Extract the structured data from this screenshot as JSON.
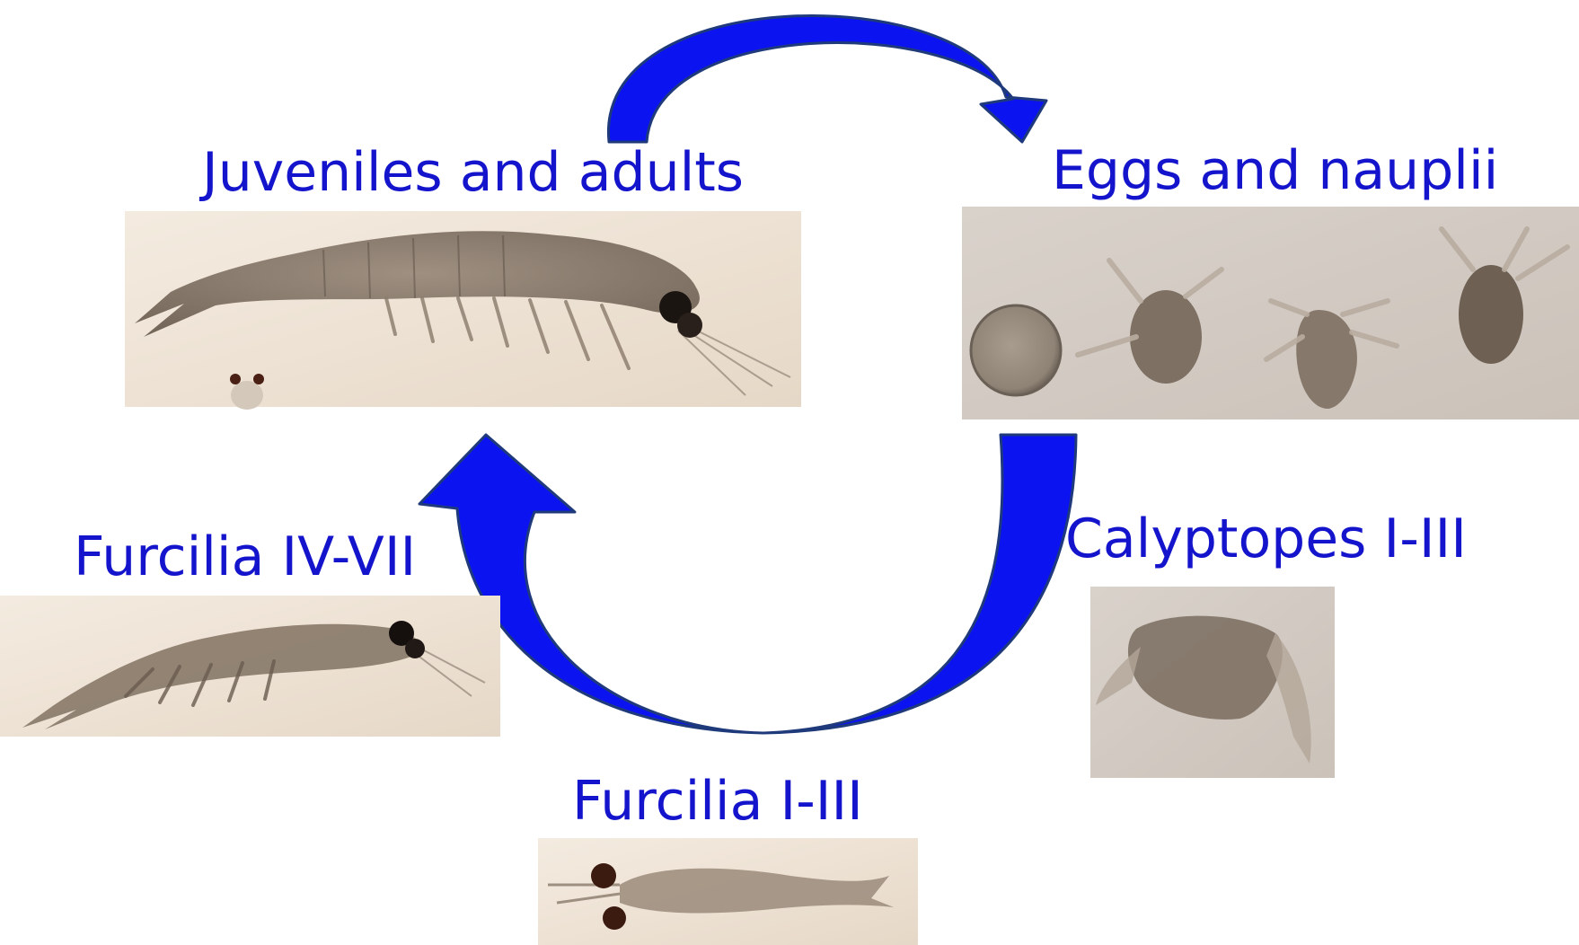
{
  "diagram": {
    "stages": [
      {
        "id": "juveniles",
        "label": "Juveniles and adults"
      },
      {
        "id": "eggs",
        "label": "Eggs and nauplii"
      },
      {
        "id": "calyptopes",
        "label": "Calyptopes I-III"
      },
      {
        "id": "furcilia-early",
        "label": "Furcilia I-III"
      },
      {
        "id": "furcilia-late",
        "label": "Furcilia IV-VII"
      }
    ],
    "colors": {
      "label_text": "#1414cc",
      "arrow_fill": "#0b14f0",
      "arrow_stroke": "#1f3a7a",
      "photo_background": "#efe4d6"
    }
  }
}
